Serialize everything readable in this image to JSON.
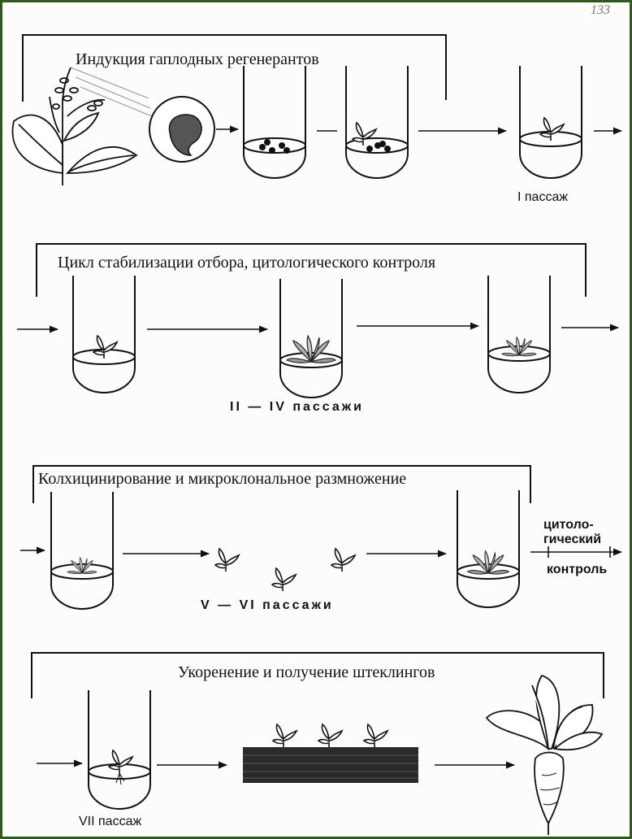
{
  "page_number": "133",
  "sections": [
    {
      "title": "Индукция гаплодных регенерантов",
      "caption": "I пассаж"
    },
    {
      "title": "Цикл стабилизации отбора, цитологического контроля",
      "caption": "II — IV пассажи"
    },
    {
      "title": "Колхицинирование и микроклональное размножение",
      "caption": "V — VI пассажи",
      "side_label": [
        "цитоло-",
        "гический",
        "контроль"
      ]
    },
    {
      "title": "Укоренение и получение штеклингов",
      "caption": "VII пассаж"
    }
  ],
  "colors": {
    "frame": "#2e5a1e",
    "line": "#111111",
    "leaf_fill": "#9a9a9a",
    "soil": "#2a2a2a"
  }
}
